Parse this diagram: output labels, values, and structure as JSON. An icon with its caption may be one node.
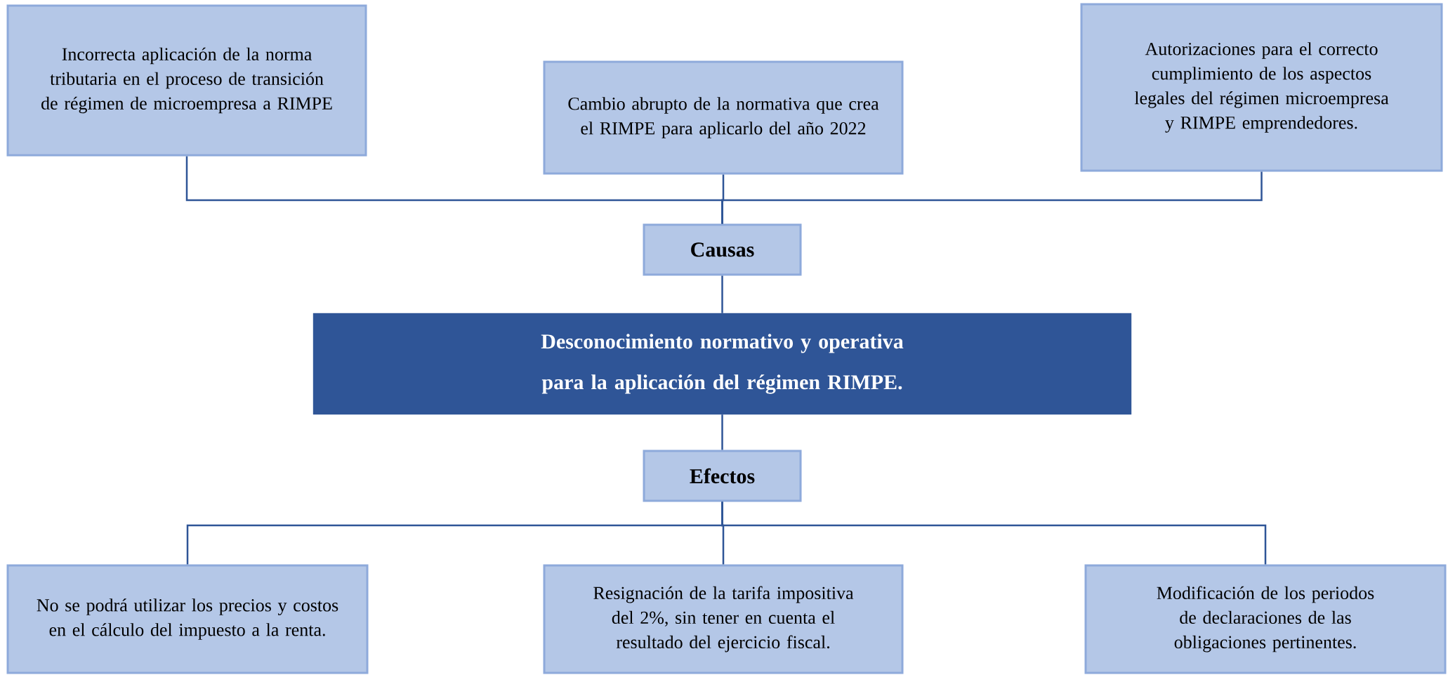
{
  "diagram": {
    "nodes": [
      {
        "text": [
          "Incorrecta aplicación de la norma tributaria en el proceso de transición de régimen de microempresa a RIMPE"
        ]
      },
      {
        "text": [
          "Cambio abrupto de la normativa que crea el RIMPE para aplicarlo del año 2022"
        ]
      },
      {
        "text": [
          "Autorizaciones para el correcto cumplimiento de los aspectos legales del régimen microempresa y RIMPE emprendedores."
        ]
      },
      {
        "text": [
          "Causas"
        ]
      },
      {
        "text": [
          "Desconocimiento normativo y operativa para la aplicación del régimen RIMPE."
        ]
      },
      {
        "text": [
          "Efectos"
        ]
      },
      {
        "text": [
          "No se podrá utilizar los precios y costos en el cálculo del impuesto a la renta."
        ]
      },
      {
        "text": [
          "Resignación de la tarifa impositiva del 2%, sin tener en cuenta el resultado del ejercicio fiscal."
        ]
      },
      {
        "text": [
          "Modificación de los periodos de declaraciones de las obligaciones pertinentes."
        ]
      }
    ],
    "edges": [
      {
        "from": 0,
        "to": 3,
        "arrow": "none"
      },
      {
        "from": 1,
        "to": 3,
        "arrow": "none"
      },
      {
        "from": 2,
        "to": 3,
        "arrow": "none"
      },
      {
        "from": 3,
        "to": 4,
        "arrow": "none"
      },
      {
        "from": 4,
        "to": 5,
        "arrow": "none"
      },
      {
        "from": 5,
        "to": 6,
        "arrow": "none"
      },
      {
        "from": 5,
        "to": 7,
        "arrow": "none"
      },
      {
        "from": 5,
        "to": 8,
        "arrow": "none"
      }
    ]
  }
}
